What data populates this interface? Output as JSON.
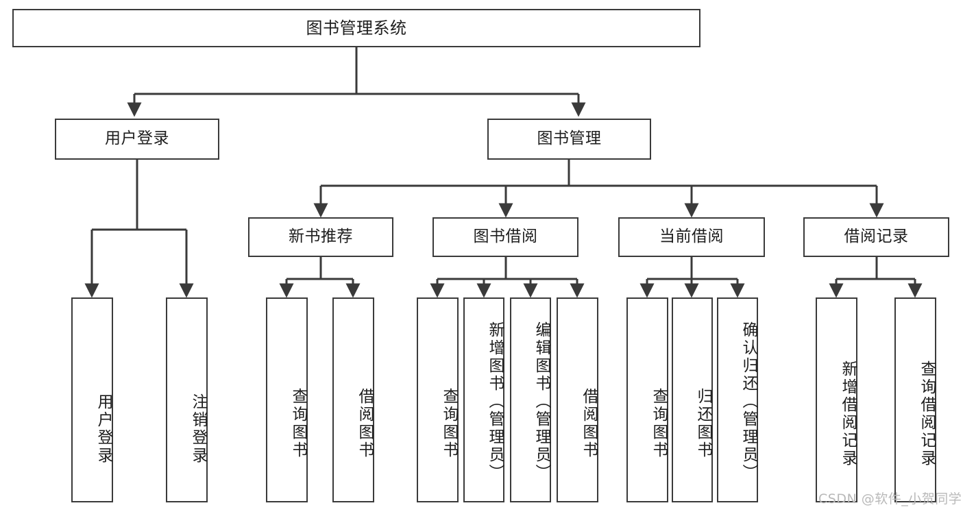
{
  "diagram": {
    "title_text": "图书管理系统",
    "type": "tree-hierarchy",
    "background": "#ffffff",
    "line_color": "#3a3a3a",
    "text_color": "#1d1d1d",
    "watermark": "CSDN @软件_小贺同学"
  },
  "nodes": {
    "root": {
      "label": "图书管理系统"
    },
    "level1": [
      {
        "id": "user-login",
        "label": "用户登录"
      },
      {
        "id": "book-manage",
        "label": "图书管理"
      }
    ],
    "level2": [
      {
        "id": "new-book-recommend",
        "label": "新书推荐"
      },
      {
        "id": "book-borrow",
        "label": "图书借阅"
      },
      {
        "id": "current-borrow",
        "label": "当前借阅"
      },
      {
        "id": "borrow-record",
        "label": "借阅记录"
      }
    ],
    "leaves": {
      "user_login": [
        {
          "id": "leaf-user-login",
          "label": "用户登录"
        },
        {
          "id": "leaf-user-logout",
          "label": "注销登录"
        }
      ],
      "new_book_recommend": [
        {
          "id": "leaf-query-book-1",
          "label": "查询图书"
        },
        {
          "id": "leaf-borrow-book-1",
          "label": "借阅图书"
        }
      ],
      "book_borrow": [
        {
          "id": "leaf-query-book-2",
          "label": "查询图书"
        },
        {
          "id": "leaf-add-book",
          "label": "新增图书（管理员）"
        },
        {
          "id": "leaf-edit-book",
          "label": "编辑图书（管理员）"
        },
        {
          "id": "leaf-borrow-book-2",
          "label": "借阅图书"
        }
      ],
      "current_borrow": [
        {
          "id": "leaf-query-book-3",
          "label": "查询图书"
        },
        {
          "id": "leaf-return-book",
          "label": "归还图书"
        },
        {
          "id": "leaf-confirm-return",
          "label": "确认归还（管理员）"
        }
      ],
      "borrow_record": [
        {
          "id": "leaf-add-record",
          "label": "新增借阅记录"
        },
        {
          "id": "leaf-query-record",
          "label": "查询借阅记录"
        }
      ]
    }
  }
}
